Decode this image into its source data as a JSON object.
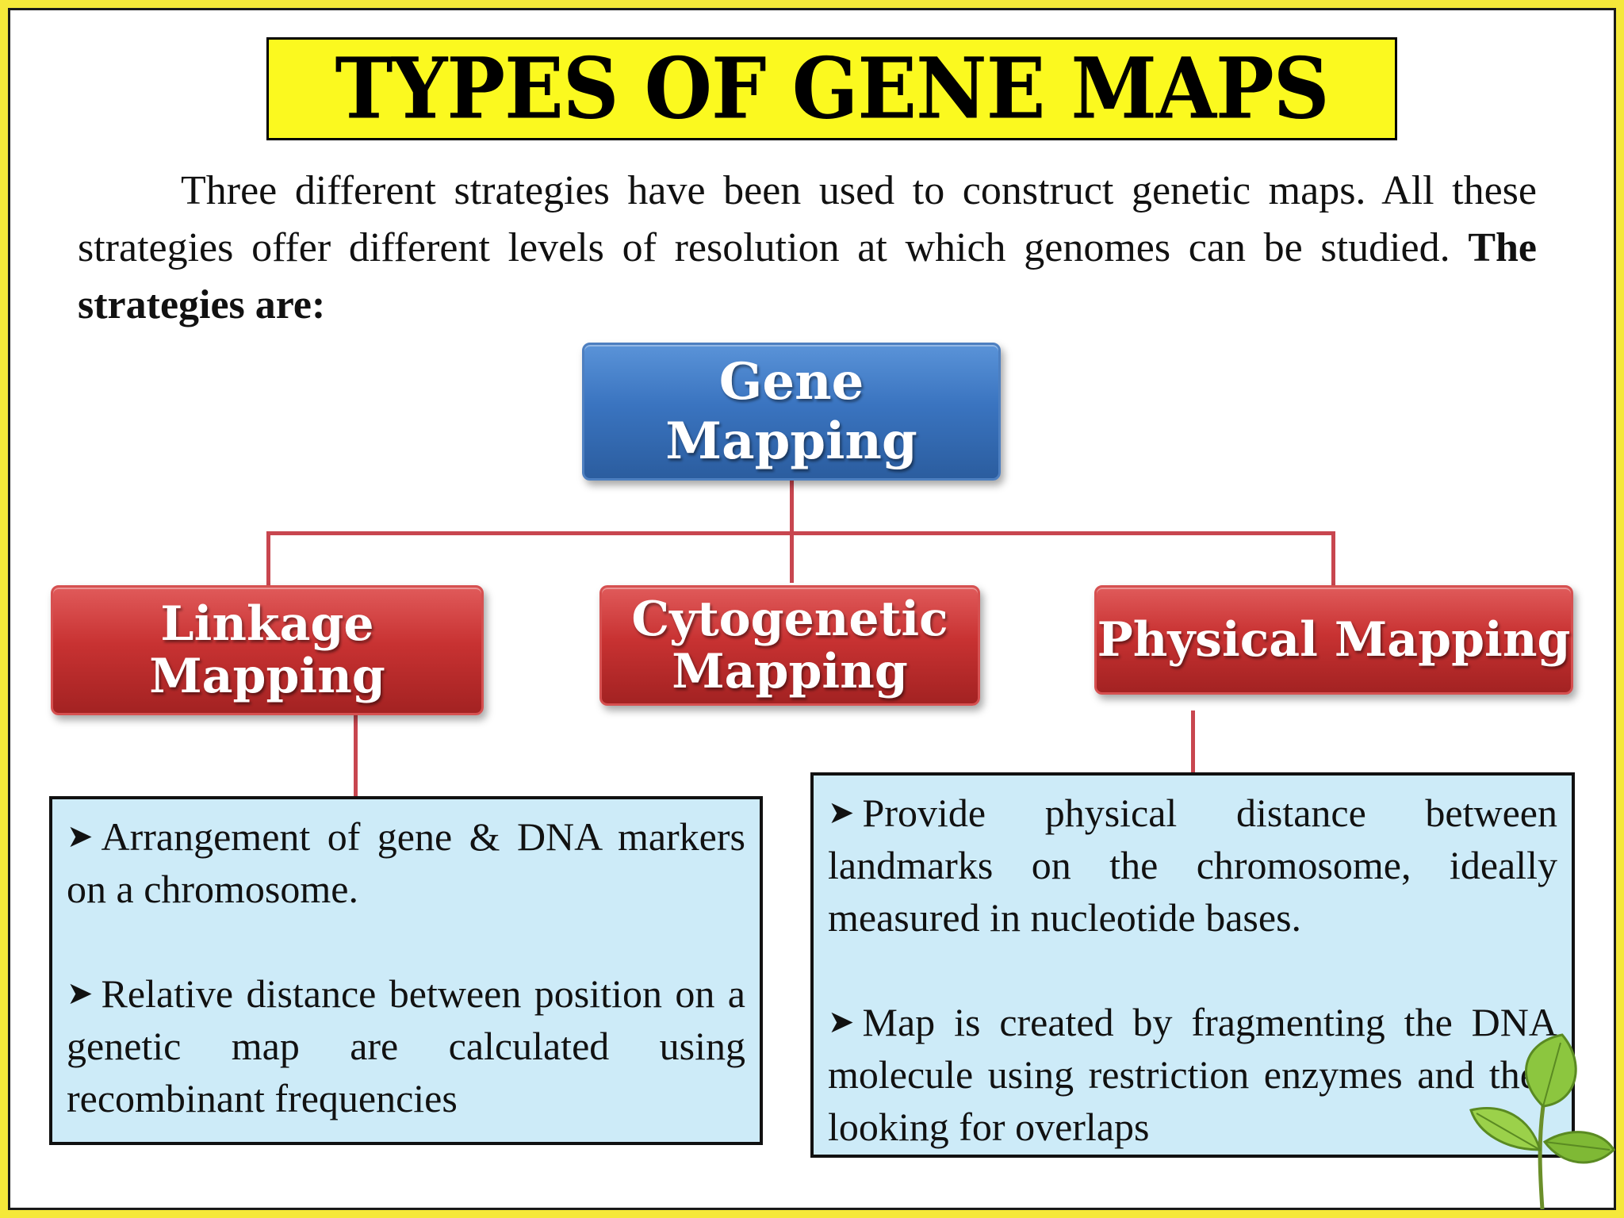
{
  "title": "TYPES OF GENE MAPS",
  "intro": {
    "text": "Three different strategies have been used to construct genetic maps. All these strategies offer different levels of resolution at which genomes can be studied.",
    "bold": "The strategies are:"
  },
  "diagram": {
    "root": "Gene Mapping",
    "children": [
      {
        "line1": "Linkage",
        "line2": "Mapping"
      },
      {
        "line1": "Cytogenetic",
        "line2": "Mapping"
      },
      {
        "line1": "Physical Mapping",
        "line2": ""
      }
    ]
  },
  "linkage_box": {
    "bullets": [
      "Arrangement of gene & DNA markers on a chromosome.",
      "Relative distance between position on a genetic map are calculated using recombinant frequencies"
    ]
  },
  "physical_box": {
    "bullets": [
      "Provide physical distance between landmarks on the chromosome, ideally measured in nucleotide bases.",
      "Map is created by fragmenting the DNA molecule using restriction enzymes and then looking for overlaps"
    ]
  },
  "colors": {
    "frame": "#f5e83a",
    "title_bg": "#fbf91f",
    "root_node": "#3a74c0",
    "child_node": "#c83232",
    "connector": "#c8464f",
    "info_box_bg": "#cdebf8"
  },
  "icons": {
    "bullet": "arrowhead-bullet-icon",
    "decoration": "leaf-icon"
  }
}
